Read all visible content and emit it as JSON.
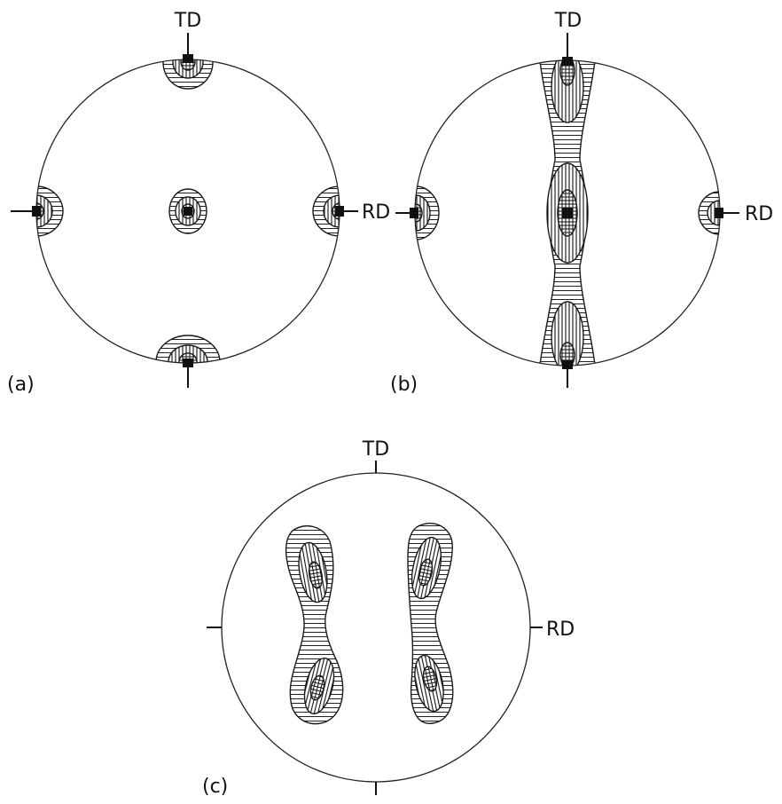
{
  "figure": {
    "panels": [
      {
        "id": "a",
        "label": "(a)",
        "axis_labels": {
          "top": "TD",
          "right": "RD"
        }
      },
      {
        "id": "b",
        "label": "(b)",
        "axis_labels": {
          "top": "TD",
          "right": "RD"
        }
      },
      {
        "id": "c",
        "label": "(c)",
        "axis_labels": {
          "top": "TD",
          "right": "RD"
        }
      }
    ]
  }
}
